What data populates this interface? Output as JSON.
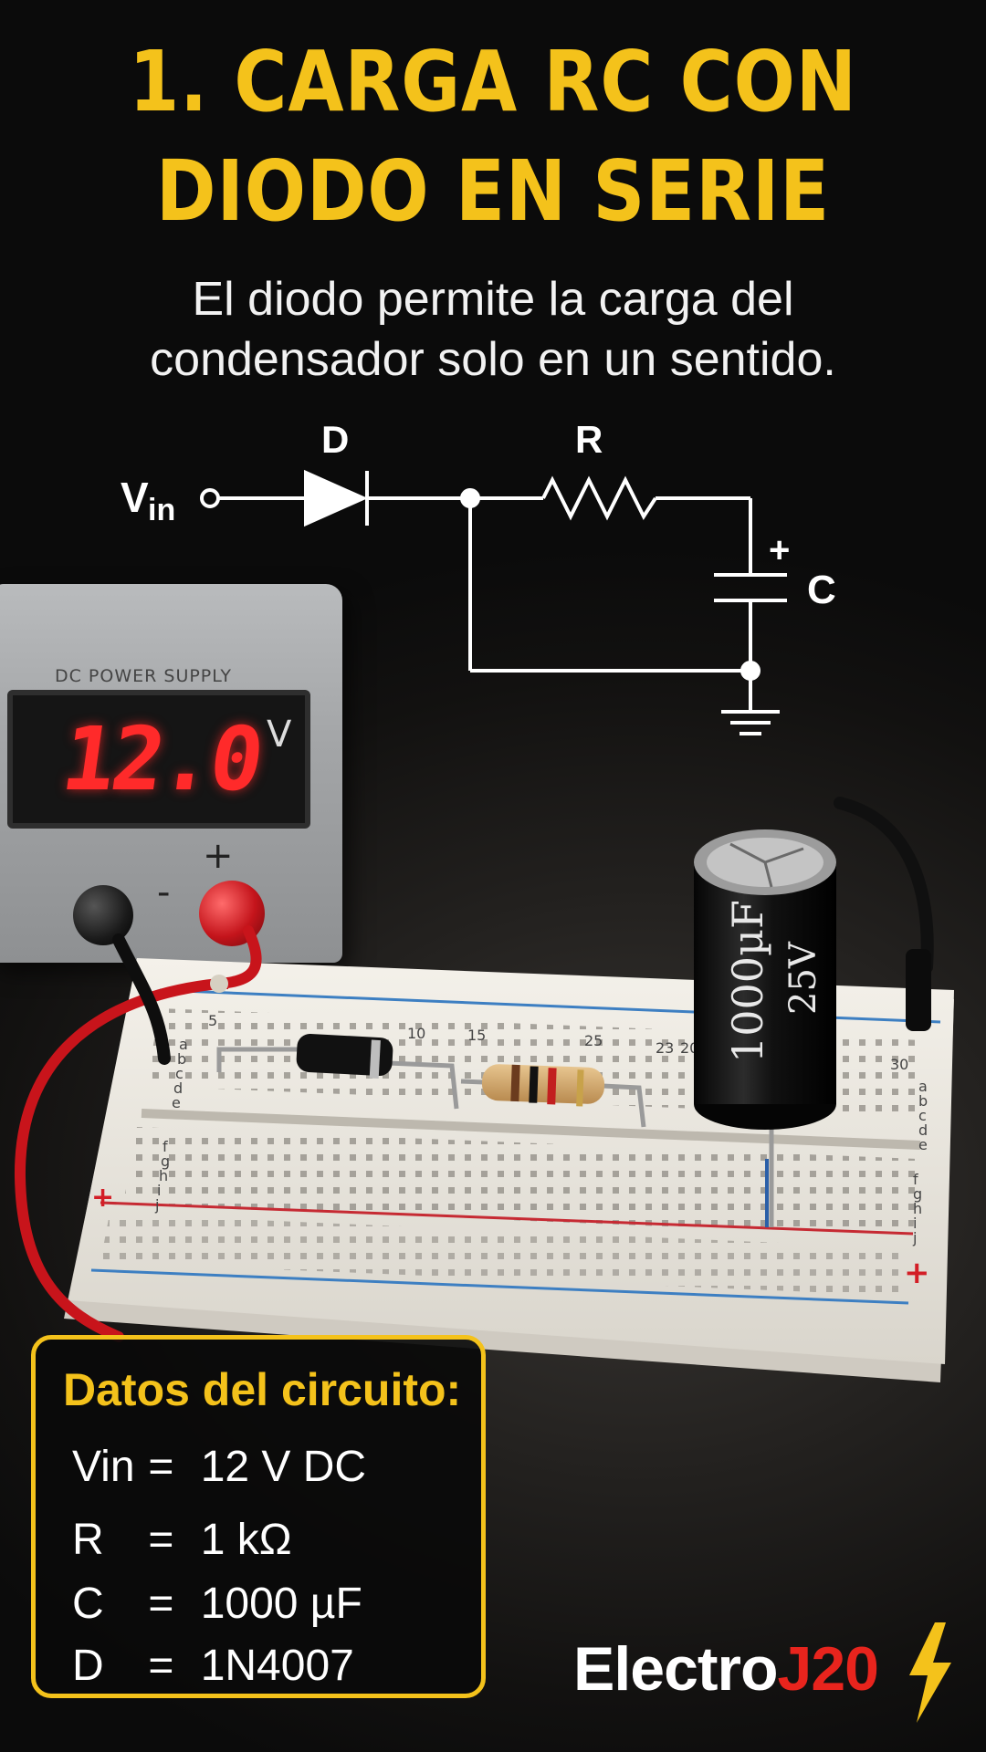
{
  "title": {
    "line1": "1. CARGA RC CON",
    "line2": "DIODO EN SERIE"
  },
  "subtitle": {
    "line1": "El diodo permite la carga del",
    "line2": "condensador solo en un sentido."
  },
  "schematic": {
    "input_label": "V",
    "input_subscript": "in",
    "diode_label": "D",
    "resistor_label": "R",
    "capacitor_label": "C",
    "capacitor_polarity": "+"
  },
  "power_supply": {
    "label": "DC POWER SUPPLY",
    "reading": "12.0",
    "unit": "V",
    "plus_sign": "+",
    "minus_sign": "-"
  },
  "breadboard": {
    "column_numbers": [
      "5",
      "10",
      "15",
      "25",
      "23",
      "20",
      "30"
    ],
    "row_letters_top": [
      "a",
      "b",
      "c",
      "d",
      "e"
    ],
    "row_letters_bottom": [
      "f",
      "g",
      "h",
      "i",
      "j"
    ],
    "rail_sign_plus": "+"
  },
  "capacitor_part": {
    "value": "1000µF",
    "rating": "25V"
  },
  "data_box": {
    "title": "Datos del circuito:",
    "items": [
      {
        "key": "Vin",
        "eq": "=",
        "value": "12 V DC"
      },
      {
        "key": "R",
        "eq": "=",
        "value": "1 kΩ"
      },
      {
        "key": "C",
        "eq": "=",
        "value": "1000 µF"
      },
      {
        "key": "D",
        "eq": "=",
        "value": "1N4007"
      }
    ]
  },
  "brand": {
    "part1": "Electro",
    "part2": "J20"
  },
  "colors": {
    "title_yellow": "#f4c21b",
    "brand_red": "#e8241d",
    "display_red": "#ff2a2a"
  }
}
